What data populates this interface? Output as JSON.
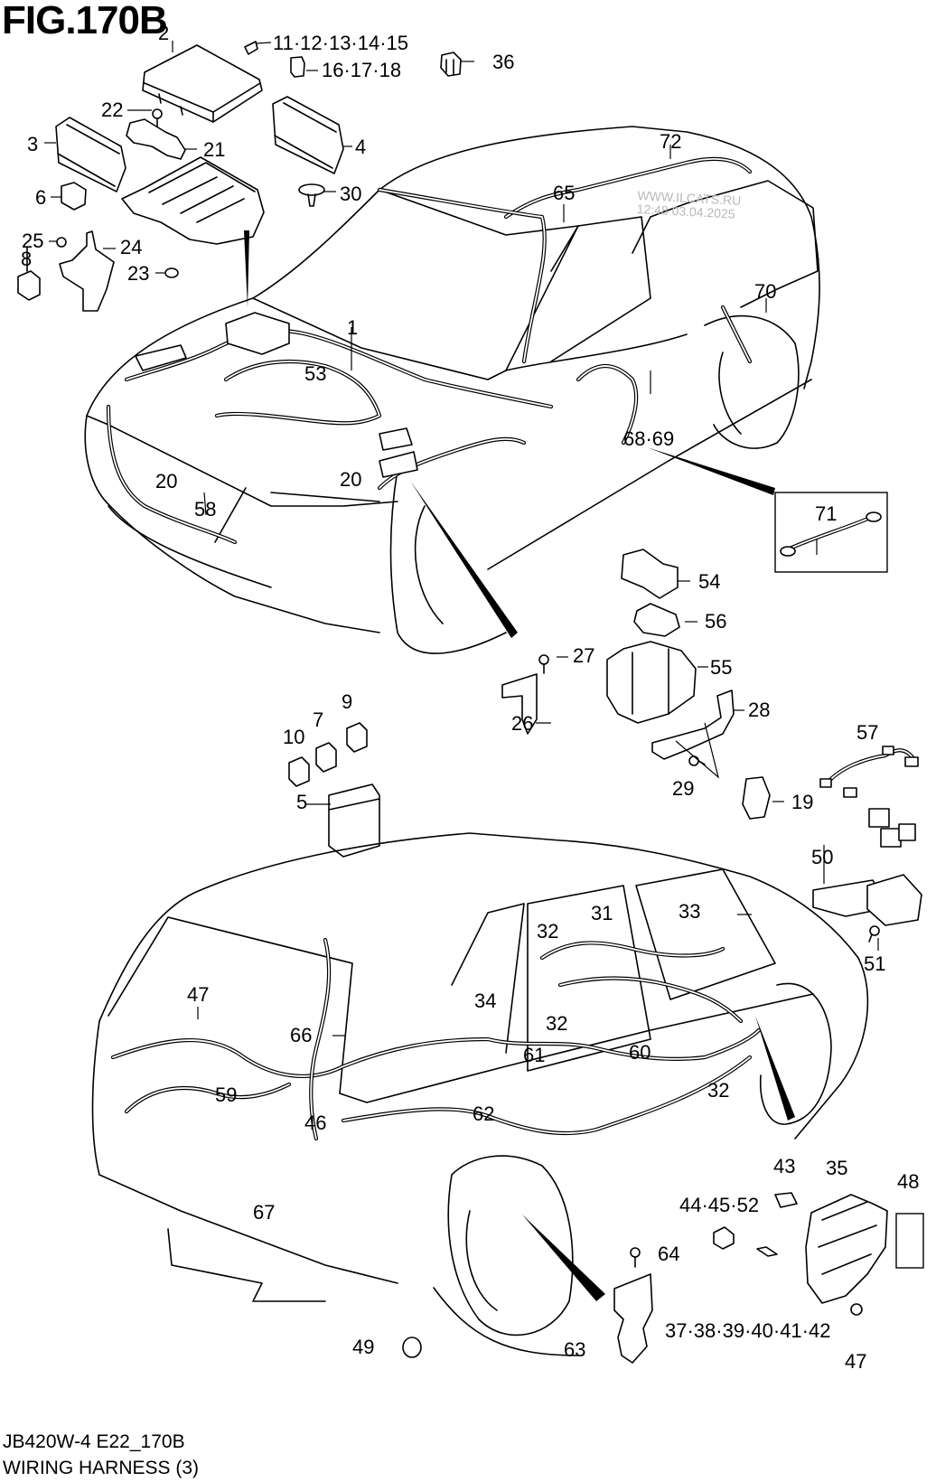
{
  "figure": {
    "title": "FIG.170B",
    "model_code": "JB420W-4 E22_170B",
    "caption": "WIRING HARNESS (3)",
    "watermark_line1": "WWW.ILCATS.RU",
    "watermark_line2": "12:48 03.04.2025"
  },
  "callouts": [
    {
      "id": "c-2",
      "label": "2"
    },
    {
      "id": "c-11-15",
      "label": "11·12·13·14·15"
    },
    {
      "id": "c-16-18",
      "label": "16·17·18"
    },
    {
      "id": "c-36",
      "label": "36"
    },
    {
      "id": "c-22",
      "label": "22"
    },
    {
      "id": "c-3",
      "label": "3"
    },
    {
      "id": "c-21",
      "label": "21"
    },
    {
      "id": "c-4",
      "label": "4"
    },
    {
      "id": "c-6",
      "label": "6"
    },
    {
      "id": "c-30",
      "label": "30"
    },
    {
      "id": "c-25",
      "label": "25"
    },
    {
      "id": "c-24",
      "label": "24"
    },
    {
      "id": "c-8",
      "label": "8"
    },
    {
      "id": "c-23",
      "label": "23"
    },
    {
      "id": "c-72",
      "label": "72"
    },
    {
      "id": "c-65",
      "label": "65"
    },
    {
      "id": "c-1",
      "label": "1"
    },
    {
      "id": "c-53",
      "label": "53"
    },
    {
      "id": "c-70",
      "label": "70"
    },
    {
      "id": "c-20a",
      "label": "20"
    },
    {
      "id": "c-20b",
      "label": "20"
    },
    {
      "id": "c-68-69",
      "label": "68·69"
    },
    {
      "id": "c-58",
      "label": "58"
    },
    {
      "id": "c-71",
      "label": "71"
    },
    {
      "id": "c-54",
      "label": "54"
    },
    {
      "id": "c-56",
      "label": "56"
    },
    {
      "id": "c-27",
      "label": "27"
    },
    {
      "id": "c-55",
      "label": "55"
    },
    {
      "id": "c-26",
      "label": "26"
    },
    {
      "id": "c-28",
      "label": "28"
    },
    {
      "id": "c-9",
      "label": "9"
    },
    {
      "id": "c-7",
      "label": "7"
    },
    {
      "id": "c-10",
      "label": "10"
    },
    {
      "id": "c-29",
      "label": "29"
    },
    {
      "id": "c-57",
      "label": "57"
    },
    {
      "id": "c-5",
      "label": "5"
    },
    {
      "id": "c-19",
      "label": "19"
    },
    {
      "id": "c-50",
      "label": "50"
    },
    {
      "id": "c-33",
      "label": "33"
    },
    {
      "id": "c-31",
      "label": "31"
    },
    {
      "id": "c-32a",
      "label": "32"
    },
    {
      "id": "c-51",
      "label": "51"
    },
    {
      "id": "c-47a",
      "label": "47"
    },
    {
      "id": "c-34",
      "label": "34"
    },
    {
      "id": "c-32b",
      "label": "32"
    },
    {
      "id": "c-66",
      "label": "66"
    },
    {
      "id": "c-61",
      "label": "61"
    },
    {
      "id": "c-60",
      "label": "60"
    },
    {
      "id": "c-32c",
      "label": "32"
    },
    {
      "id": "c-59",
      "label": "59"
    },
    {
      "id": "c-46",
      "label": "46"
    },
    {
      "id": "c-62",
      "label": "62"
    },
    {
      "id": "c-43",
      "label": "43"
    },
    {
      "id": "c-35",
      "label": "35"
    },
    {
      "id": "c-48",
      "label": "48"
    },
    {
      "id": "c-44-52",
      "label": "44·45·52"
    },
    {
      "id": "c-67",
      "label": "67"
    },
    {
      "id": "c-64",
      "label": "64"
    },
    {
      "id": "c-49",
      "label": "49"
    },
    {
      "id": "c-63",
      "label": "63"
    },
    {
      "id": "c-37-42",
      "label": "37·38·39·40·41·42"
    },
    {
      "id": "c-47b",
      "label": "47"
    }
  ]
}
